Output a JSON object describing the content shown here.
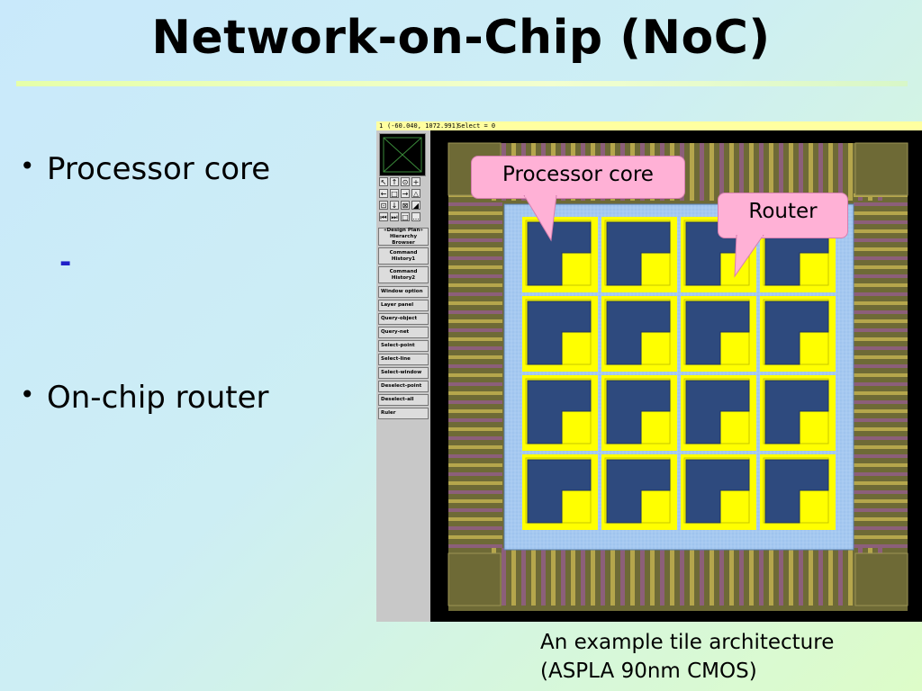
{
  "slide": {
    "title": "Network-on-Chip (NoC)",
    "bullets": [
      {
        "dot": "•",
        "text": "Processor core"
      },
      {
        "dot": "•",
        "text": "On-chip router"
      }
    ],
    "sub_dash": "-"
  },
  "tool": {
    "status": {
      "index": "1",
      "coords": "(-60.040, 1072.991)",
      "select": "Select = 0"
    },
    "toolbar_glyphs": [
      "↖",
      "↑",
      "⊙",
      "+",
      "←",
      "□",
      "→",
      "△",
      "⊡",
      "↓",
      "⊠",
      "◢",
      "⏮",
      "⏭",
      "□",
      "…"
    ],
    "panel_buttons": [
      "«Design Plan» Hierarchy Browser",
      "Command History1",
      "Command History2",
      "Window option",
      "Layer panel",
      "Query-object",
      "Query-net",
      "Select-point",
      "Select-line",
      "Select-window",
      "Deselect-point",
      "Deselect-all",
      "Ruler"
    ],
    "colors": {
      "core": "#2e4a7e",
      "router": "#ffff00",
      "mesh": "#9fc4ee",
      "pad": "#6e6a36",
      "pad_stripe": "#8c5f7a"
    }
  },
  "callouts": {
    "processor": "Processor core",
    "router": "Router"
  },
  "caption": {
    "line1": "An example tile architecture",
    "line2": "(ASPLA 90nm CMOS)"
  }
}
